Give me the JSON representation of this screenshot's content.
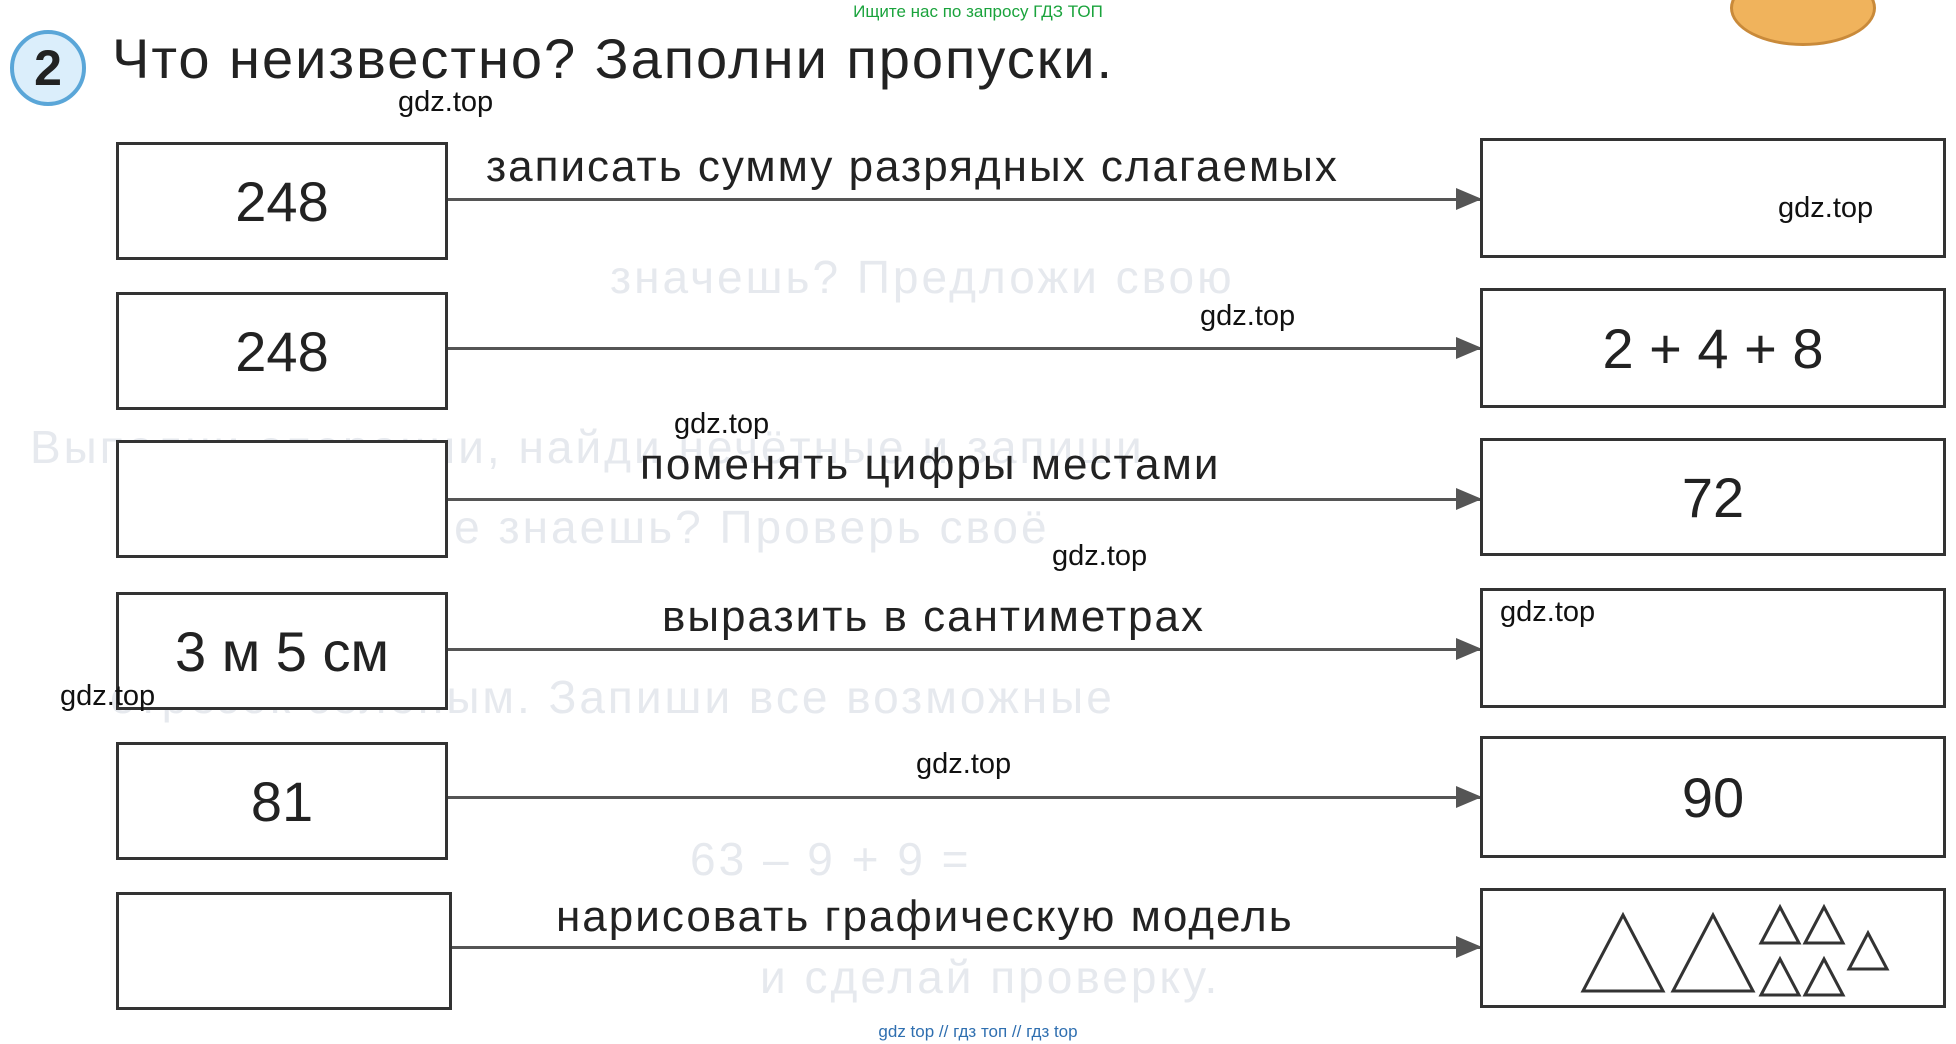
{
  "header": {
    "top_note": "Ищите нас по запросу ГДЗ ТОП"
  },
  "task": {
    "number": "2",
    "title": "Что неизвестно? Заполни пропуски."
  },
  "rows": [
    {
      "left": "248",
      "operation": "записать сумму разрядных слагаемых",
      "right": ""
    },
    {
      "left": "248",
      "operation": "",
      "right": "2 + 4 + 8"
    },
    {
      "left": "",
      "operation": "поменять цифры местами",
      "right": "72"
    },
    {
      "left": "3 м 5 см",
      "operation": "выразить в сантиметрах",
      "right": ""
    },
    {
      "left": "81",
      "operation": "",
      "right": "90"
    },
    {
      "left": "",
      "operation": "нарисовать графическую модель",
      "right": ""
    }
  ],
  "graphic_model": {
    "shapes": "triangles",
    "large_count": 2,
    "small_count": 5
  },
  "watermarks": [
    "gdz.top",
    "gdz.top",
    "gdz.top",
    "gdz.top",
    "gdz.top",
    "gdz.top",
    "gdz.top",
    "gdz.top"
  ],
  "footer": {
    "note": "gdz top  //  гдз топ  //  гдз top"
  }
}
